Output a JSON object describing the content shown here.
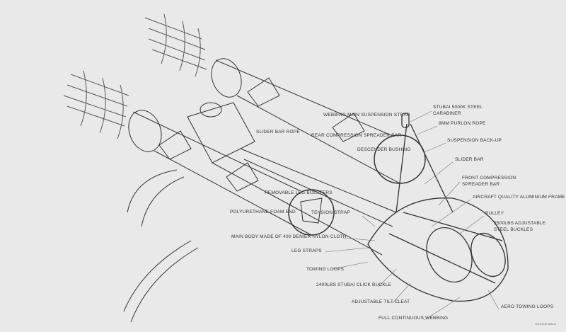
{
  "title": "Paraglider-style harness cocoon with twin ducted fans",
  "labels": {
    "carabiner_1": "STUBAI 5000K STEEL",
    "carabiner_2": "CARABINER",
    "rope": "8mm PURLON ROPE",
    "main_strap": "WEBBING MAIN SUSPENSION STRAP",
    "rear_bar": "REAR COMPRESSION SPREADER BAR",
    "slider_rope": "SLIDER BAR ROPE",
    "bushing": "DESCENDER BUSHING",
    "backup": "SUSPENSION BACK-UP",
    "slider_bar": "SLIDER BAR",
    "front_bar_1": "FRONT COMPRESSION",
    "front_bar_2": "SPREADER BAR",
    "frame": "AIRCRAFT QUALITY ALUMINIUM FRAME",
    "pulley": "PULLEY",
    "buckles_1": "2500LBS ADJUSTABLE",
    "buckles_2": "STEEL BUCKLES",
    "femoral": "REMOVABLE LEG BOLSTERS",
    "foam": "POLYURETHANE FOAM END",
    "tension": "TENSION STRAP",
    "body": "MAIN BODY MADE OF 400 DENIER NYLON CLOTH",
    "leg": "LEG STRAPS",
    "towing": "TOWING LOOPS",
    "click": "2400LBS STUBAI CLICK BUCKLE",
    "cleat": "ADJUSTABLE TILT CLEAT",
    "webbing": "FULL CONTINUOUS WEBBING",
    "aero": "AERO TOWING LOOPS"
  },
  "signature": "JOHN DE MALO"
}
